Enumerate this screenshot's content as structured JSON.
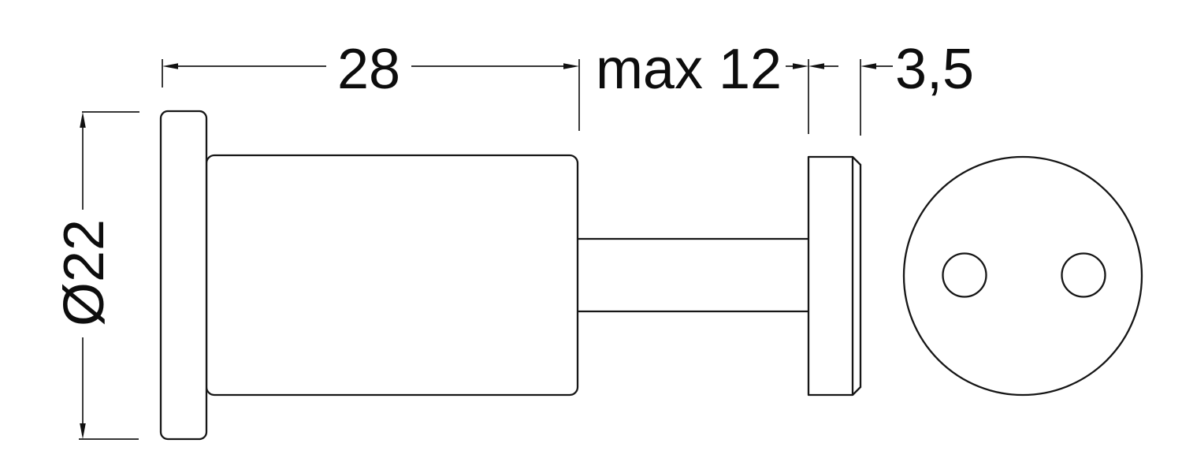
{
  "drawing": {
    "dimensions": {
      "body_length": "28",
      "hook_projection": "max 12",
      "cap_thickness": "3,5",
      "plate_diameter": "Ø22"
    },
    "colors": {
      "line": "#161616",
      "text": "#0d0d0d",
      "background": "#ffffff"
    }
  }
}
